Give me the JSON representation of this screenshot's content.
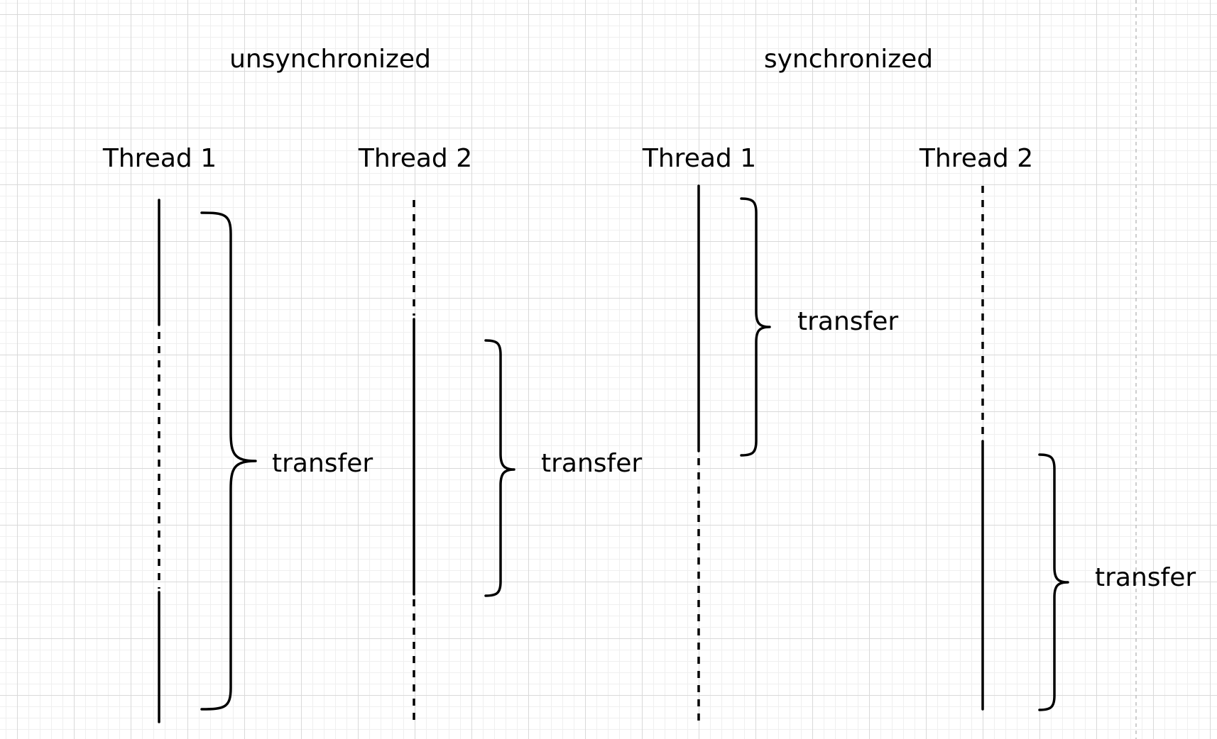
{
  "sections": {
    "unsynchronized": {
      "title": "unsynchronized",
      "thread1_label": "Thread 1",
      "thread2_label": "Thread 2",
      "thread1_transfer": "transfer",
      "thread2_transfer": "transfer"
    },
    "synchronized": {
      "title": "synchronized",
      "thread1_label": "Thread 1",
      "thread2_label": "Thread 2",
      "thread1_transfer": "transfer",
      "thread2_transfer": "transfer"
    }
  }
}
